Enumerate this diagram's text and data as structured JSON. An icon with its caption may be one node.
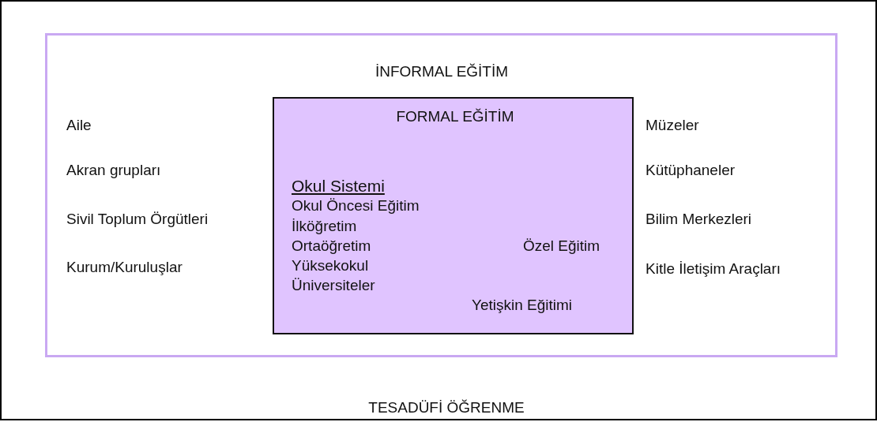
{
  "diagram": {
    "nodes": [
      {
        "text": [
          "TESADÜFİ ÖĞRENME"
        ]
      },
      {
        "text": [
          "İNFORMAL EĞİTİM"
        ],
        "in": 0
      },
      {
        "text": [
          "FORMAL EĞİTİM"
        ],
        "in": 1
      }
    ],
    "labels": [
      "Aile",
      "Akran grupları",
      "Sivil Toplum Örgütleri",
      "Kurum/Kuruluşlar",
      "Okul Sistemi",
      "Okul Öncesi Eğitim",
      "İlköğretim",
      "Ortaöğretim",
      "Yüksekokul",
      "Üniversiteler",
      "Özel Eğitim",
      "Yetişkin Eğitimi",
      "Müzeler",
      "Kütüphaneler",
      "Bilim Merkezleri",
      "Kitle İletişim Araçları"
    ]
  }
}
